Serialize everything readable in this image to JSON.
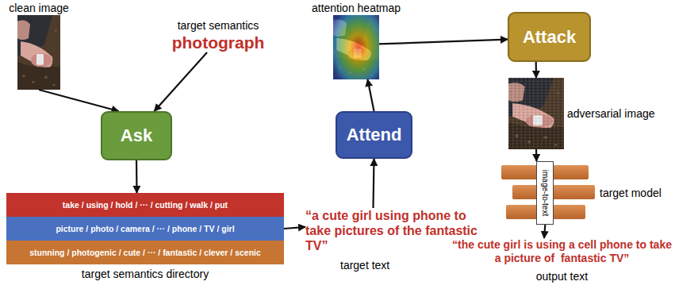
{
  "diagram": {
    "nodes": [
      {
        "text": [
          "clean image"
        ]
      },
      {
        "text": [
          "target semantics",
          "photograph"
        ]
      },
      {
        "text": [
          "Ask"
        ]
      },
      {
        "text": [
          "target semantics directory"
        ]
      },
      {
        "text": [
          "take / using / hold / ··· / cutting / walk / put"
        ],
        "in": 3
      },
      {
        "text": [
          "picture / photo / camera / ··· / phone / TV / girl"
        ],
        "in": 3
      },
      {
        "text": [
          "stunning / photogenic / cute / ··· / fantastic / clever / scenic"
        ],
        "in": 3
      },
      {
        "text": [
          "“a cute girl using phone to take pictures of the fantastic TV”",
          "target text"
        ]
      },
      {
        "text": [
          "Attend"
        ]
      },
      {
        "text": [
          "attention heatmap"
        ]
      },
      {
        "text": [
          "Attack"
        ]
      },
      {
        "text": [
          "adversarial image"
        ]
      },
      {
        "text": [
          "target model"
        ]
      },
      {
        "text": [
          "image-to-text"
        ],
        "in": 12
      },
      {
        "text": [
          "“the cute girl is using a cell phone to take a picture of  fantastic TV”",
          "output text"
        ]
      }
    ],
    "edges": [
      {
        "from": 0,
        "to": 2,
        "arrow": "to"
      },
      {
        "from": 1,
        "to": 2,
        "arrow": "to"
      },
      {
        "from": 2,
        "to": 3,
        "arrow": "to"
      },
      {
        "from": 3,
        "to": 7,
        "arrow": "to"
      },
      {
        "from": 7,
        "to": 8,
        "arrow": "to"
      },
      {
        "from": 8,
        "to": 9,
        "arrow": "to"
      },
      {
        "from": 9,
        "to": 10,
        "arrow": "to"
      },
      {
        "from": 10,
        "to": 11,
        "arrow": "to"
      },
      {
        "from": 11,
        "to": 12,
        "arrow": "to"
      },
      {
        "from": 12,
        "to": 14,
        "arrow": "to"
      }
    ]
  }
}
